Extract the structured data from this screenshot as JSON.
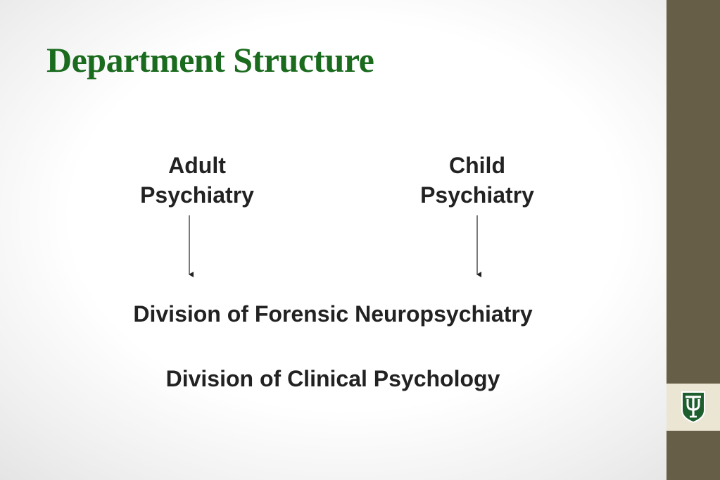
{
  "slide": {
    "title": "Department Structure"
  },
  "diagram": {
    "nodes": {
      "adult": {
        "line1": "Adult",
        "line2": "Psychiatry"
      },
      "child": {
        "line1": "Child",
        "line2": "Psychiatry"
      },
      "forensic": "Division of Forensic Neuropsychiatry",
      "clinical": "Division of Clinical Psychology"
    },
    "edges": [
      {
        "from": "adult",
        "to": "forensic"
      },
      {
        "from": "child",
        "to": "forensic"
      }
    ]
  },
  "colors": {
    "title": "#1a6b1e",
    "sidebar": "#675e48",
    "logo_background": "#ebe5d3",
    "logo_shield": "#1d5e2e"
  },
  "logo": {
    "icon": "tulane-shield-icon"
  }
}
